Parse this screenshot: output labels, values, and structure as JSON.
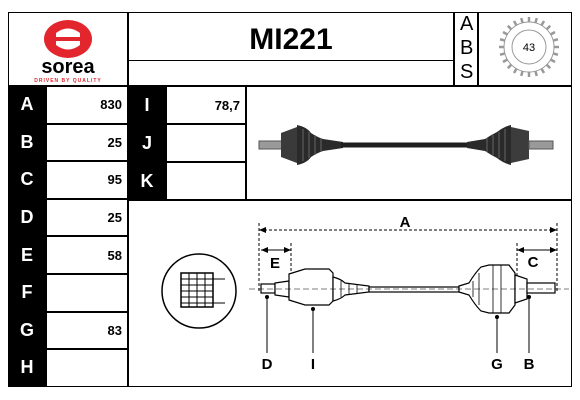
{
  "brand": {
    "name": "sorea",
    "tagline": "DRIVEN BY QUALITY",
    "logo_color": "#e3262d"
  },
  "part_number": "MI221",
  "abs": {
    "letters": [
      "A",
      "B",
      "S"
    ],
    "teeth": "43"
  },
  "left_table": [
    {
      "label": "A",
      "value": "830"
    },
    {
      "label": "B",
      "value": "25"
    },
    {
      "label": "C",
      "value": "95"
    },
    {
      "label": "D",
      "value": "25"
    },
    {
      "label": "E",
      "value": "58"
    },
    {
      "label": "F",
      "value": ""
    },
    {
      "label": "G",
      "value": "83"
    },
    {
      "label": "H",
      "value": ""
    }
  ],
  "middle_table": [
    {
      "label": "I",
      "value": "78,7"
    },
    {
      "label": "J",
      "value": ""
    },
    {
      "label": "K",
      "value": ""
    }
  ],
  "diagram_labels": {
    "a": "A",
    "c": "C",
    "e": "E",
    "d": "D",
    "i": "I",
    "g": "G",
    "b": "B"
  }
}
